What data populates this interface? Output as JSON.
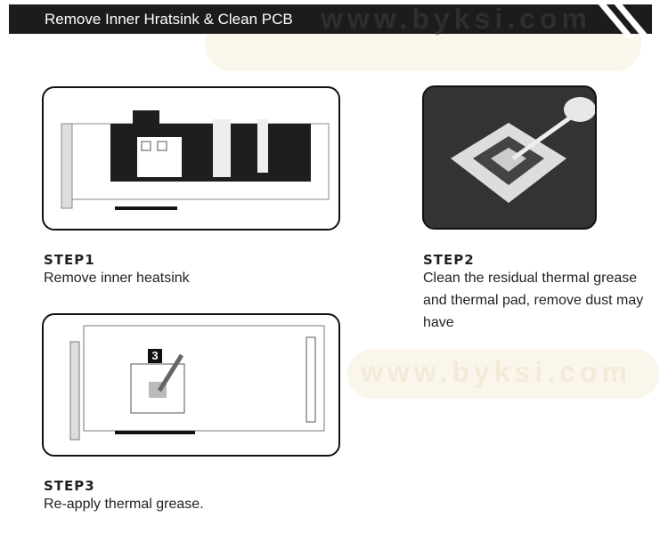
{
  "header": {
    "title": "Remove Inner Hratsink & Clean PCB"
  },
  "watermark": "www.byksi.com",
  "steps": [
    {
      "label": "STEP1",
      "description": "Remove inner heatsink"
    },
    {
      "label": "STEP2",
      "description": "Clean the residual thermal grease and thermal pad, remove dust may have"
    },
    {
      "label": "STEP3",
      "description": "Re-apply thermal grease.",
      "badge": "3"
    }
  ]
}
